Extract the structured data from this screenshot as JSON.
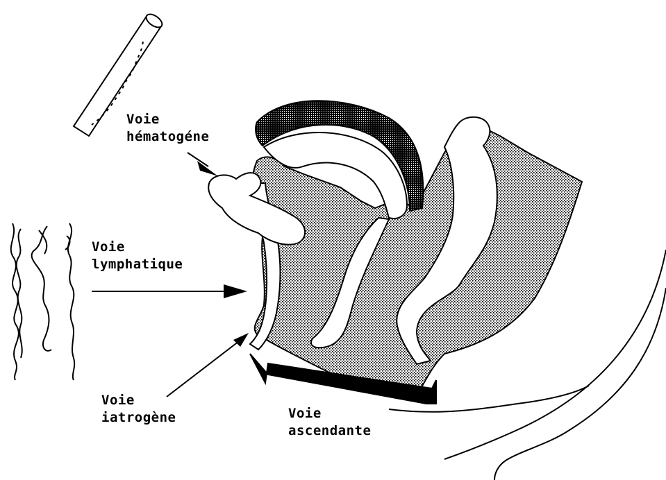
{
  "diagram": {
    "labels": {
      "hematogene": {
        "line1": "Voie",
        "line2": "hématogéne"
      },
      "lymphatique": {
        "line1": "Voie",
        "line2": "lymphatique"
      },
      "iatrogene": {
        "line1": "Voie",
        "line2": "iatrogène"
      },
      "ascendante": {
        "line1": "Voie",
        "line2": "ascendante"
      }
    },
    "colors": {
      "ink": "#000000",
      "stipple": "#9a9a9a",
      "paper": "#ffffff"
    }
  }
}
